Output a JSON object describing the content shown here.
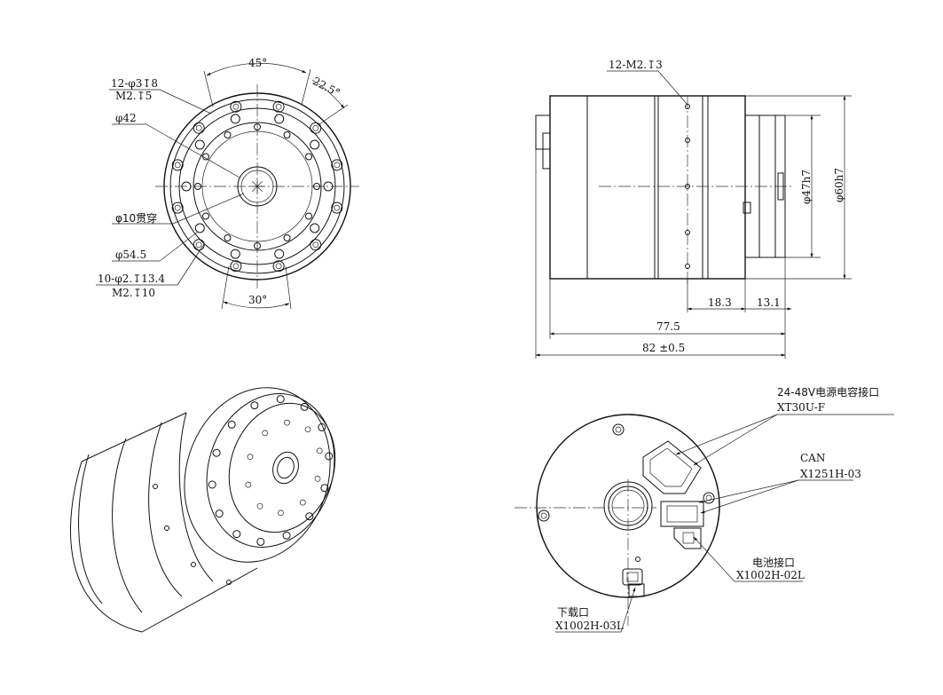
{
  "front_view": {
    "angle_45": "45°",
    "angle_22_5": "22.5°",
    "angle_30": "30°",
    "holes_12_line1": "12-φ3↧8",
    "holes_12_line2": "M2.↧5",
    "dia_42": "φ42",
    "dia_10_through": "φ10贯穿",
    "dia_54_5": "φ54.5",
    "holes_10_line1": "10-φ2.↧13.4",
    "holes_10_line2": "M2.↧10"
  },
  "side_view": {
    "holes_12_m2": "12-M2.↧3",
    "dia_47h7": "φ47h7",
    "dia_60h7": "φ60h7",
    "len_18_3": "18.3",
    "len_13_1": "13.1",
    "len_77_5": "77.5",
    "len_82": "82 ±0.5"
  },
  "rear_view": {
    "power_label": "24-48V电源电容接口",
    "power_part": "XT30U-F",
    "can_label": "CAN",
    "can_part": "X1251H-03",
    "battery_label": "电池接口",
    "battery_part": "X1002H-02L",
    "download_label": "下载口",
    "download_part": "X1002H-03L"
  }
}
